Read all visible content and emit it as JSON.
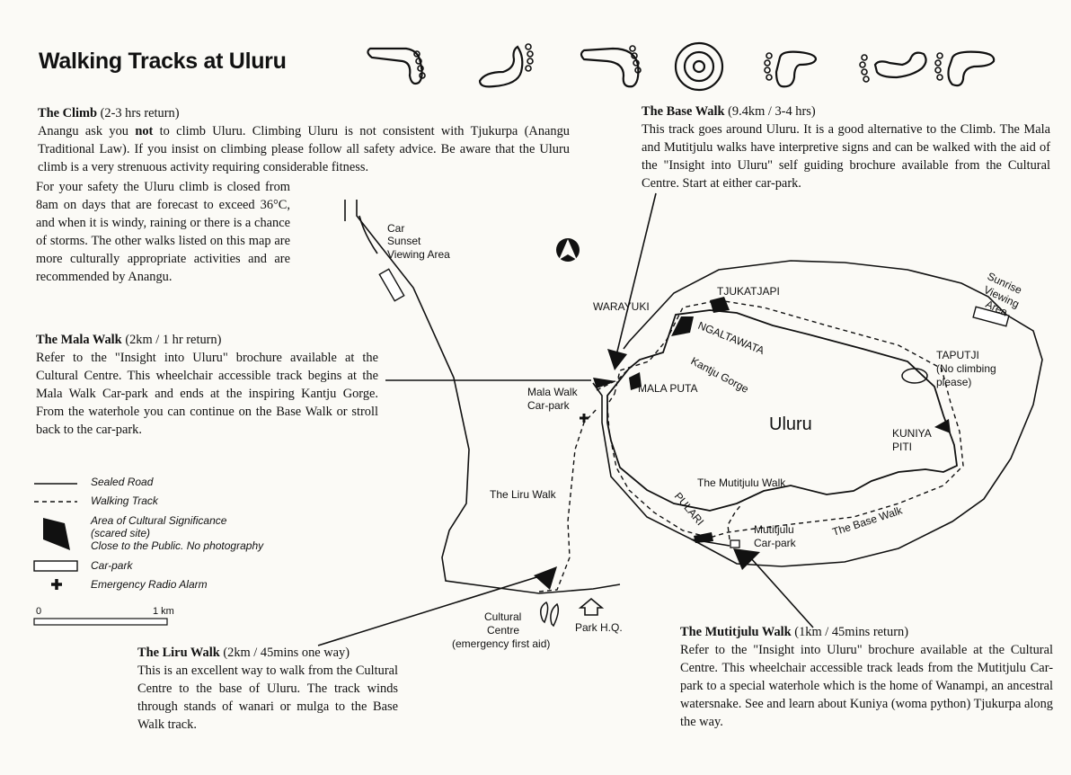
{
  "title": "Walking Tracks at Uluru",
  "climb": {
    "heading": "The Climb",
    "meta": "(2-3 hrs return)",
    "line1_a": "Anangu ask you ",
    "line1_not": "not",
    "line1_b": " to climb Uluru. Climbing Uluru is not consistent with Tjukurpa (Anangu Traditional Law). If you insist on climbing please follow all safety advice. Be aware that the Uluru climb is a very strenuous activity requiring considerable fitness.",
    "safety": "For your safety the Uluru climb is closed from 8am on days that are forecast to exceed 36°C, and when it is windy, raining or there is a chance of storms. The other walks listed on this map are more culturally appropriate activities and are recommended by Anangu."
  },
  "mala": {
    "heading": "The Mala Walk",
    "meta": "(2km / 1 hr return)",
    "body": "Refer to the \"Insight into Uluru\" brochure available at the Cultural Centre. This wheelchair accessible track begins at the Mala Walk Car-park and ends at the inspiring Kantju Gorge. From the waterhole you can continue on the Base Walk or stroll back to the car-park."
  },
  "base": {
    "heading": "The Base Walk",
    "meta": "(9.4km / 3-4 hrs)",
    "body": "This track goes around Uluru. It is a good alternative to the Climb. The Mala and Mutitjulu walks have interpretive signs and can be walked with the aid of the \"Insight into Uluru\" self guiding brochure available from the Cultural Centre. Start at either car-park."
  },
  "liru": {
    "heading": "The Liru Walk",
    "meta": "(2km / 45mins one way)",
    "body": "This is an excellent way to walk from the Cultural Centre to the base of Uluru. The track winds through stands of wanari or mulga to the Base Walk track."
  },
  "mutitjulu": {
    "heading": "The Mutitjulu Walk",
    "meta": "(1km / 45mins return)",
    "body": "Refer to the \"Insight into Uluru\" brochure available at the Cultural Centre. This wheelchair accessible track leads from the Mutitjulu Car-park to a special waterhole which is the home of Wanampi, an ancestral watersnake. See and learn about Kuniya (woma python) Tjukurpa along the way."
  },
  "legend": {
    "sealed_road": "Sealed Road",
    "walking_track": "Walking Track",
    "cultural_1": "Area of Cultural Significance",
    "cultural_2": "(scared site)",
    "cultural_3": "Close to the Public. No photography",
    "carpark": "Car-park",
    "radio": "Emergency Radio Alarm",
    "scale_start": "0",
    "scale_end": "1 km"
  },
  "map_labels": {
    "car": "Car",
    "sunset_1": "Sunset",
    "sunset_2": "Viewing Area",
    "north": "N",
    "warayuki": "WARAYUKI",
    "tjukatjapi": "TJUKATJAPI",
    "ngaltawata": "NGALTAWATA",
    "kantju": "Kantju Gorge",
    "mala_puta": "MALA PUTA",
    "mala_carpark_1": "Mala Walk",
    "mala_carpark_2": "Car-park",
    "uluru": "Uluru",
    "sunrise_1": "Sunrise",
    "sunrise_2": "Viewing",
    "sunrise_3": "Area",
    "taputji_1": "TAPUTJI",
    "taputji_2": "(No climbing",
    "taputji_3": "please)",
    "kuniya_1": "KUNIYA",
    "kuniya_2": "PITI",
    "liru_walk": "The Liru Walk",
    "mutitjulu_walk": "The Mutitjulu Walk",
    "pulari": "PULARI",
    "mutitjulu_cp_1": "Mutitjulu",
    "mutitjulu_cp_2": "Car-park",
    "base_walk": "The Base Walk",
    "cc_1": "Cultural",
    "cc_2": "Centre",
    "cc_3": "(emergency first aid)",
    "park_hq": "Park H.Q."
  }
}
